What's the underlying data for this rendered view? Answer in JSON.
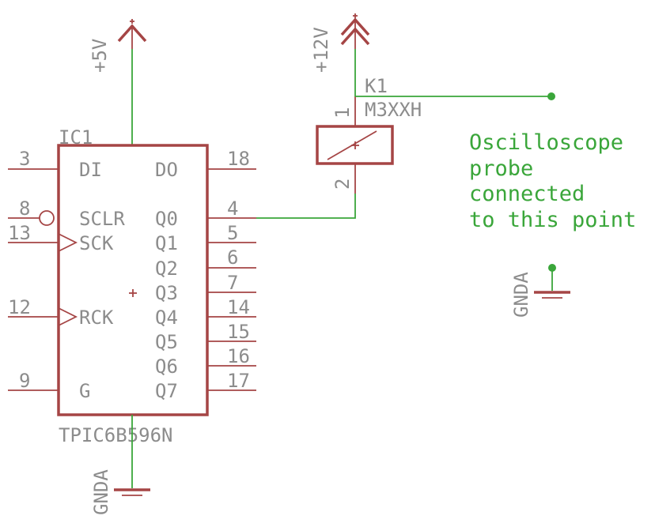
{
  "ic1": {
    "name": "IC1",
    "value": "TPIC6B596N",
    "left_pins": [
      {
        "num": "3",
        "label": "DI"
      },
      {
        "num": "8",
        "label": "SCLR"
      },
      {
        "num": "13",
        "label": "SCK"
      },
      {
        "num": "12",
        "label": "RCK"
      },
      {
        "num": "9",
        "label": "G"
      }
    ],
    "right_pins": [
      {
        "num": "18",
        "label": "DO"
      },
      {
        "num": "4",
        "label": "Q0"
      },
      {
        "num": "5",
        "label": "Q1"
      },
      {
        "num": "6",
        "label": "Q2"
      },
      {
        "num": "7",
        "label": "Q3"
      },
      {
        "num": "14",
        "label": "Q4"
      },
      {
        "num": "15",
        "label": "Q5"
      },
      {
        "num": "16",
        "label": "Q6"
      },
      {
        "num": "17",
        "label": "Q7"
      }
    ]
  },
  "relay": {
    "name": "K1",
    "value": "M3XXH",
    "pin1": "1",
    "pin2": "2"
  },
  "supplies": {
    "plus5": "+5V",
    "plus12": "+12V",
    "gnd_ic": "GNDA",
    "gnd_probe": "GNDA"
  },
  "annotation": {
    "lines": [
      "Oscilloscope",
      "probe",
      "connected",
      "to this point"
    ]
  },
  "colors": {
    "component": "#a54545",
    "wire": "#3aa63a",
    "label": "#8c8c8c"
  }
}
